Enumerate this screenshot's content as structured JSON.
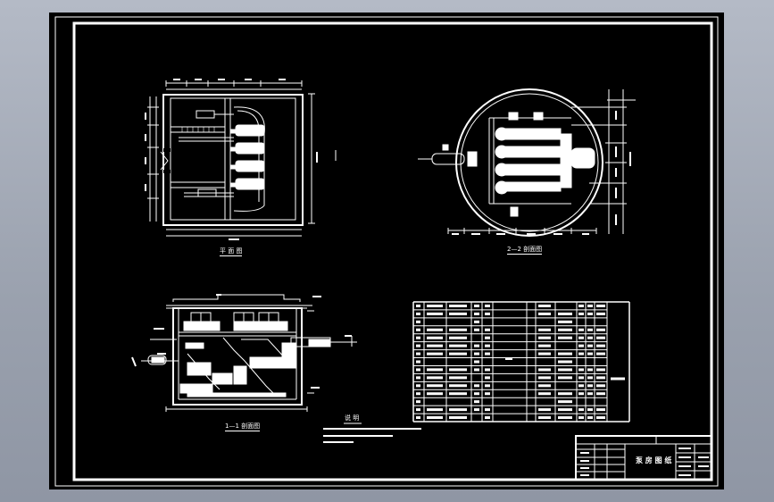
{
  "colors": {
    "background": "#9aa1ae",
    "sheet": "#000000",
    "line": "#ffffff"
  },
  "views": {
    "plan": {
      "caption": "平 面 图"
    },
    "section_1": {
      "caption": "1—1 剖面图"
    },
    "section_2": {
      "caption": "2—2 剖面图"
    }
  },
  "notes": {
    "heading": "说 明"
  },
  "title_block": {
    "drawing_title": "泵 房 图 纸"
  }
}
